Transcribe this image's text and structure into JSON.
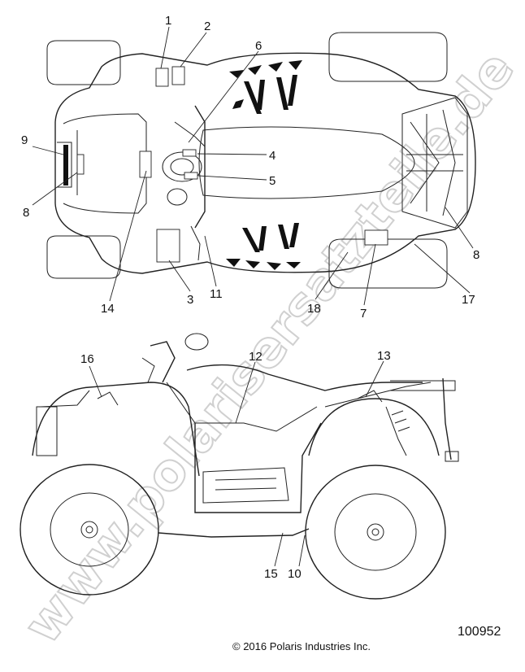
{
  "callouts": {
    "c1": "1",
    "c2": "2",
    "c3": "3",
    "c4": "4",
    "c5": "5",
    "c6": "6",
    "c7": "7",
    "c8a": "8",
    "c8b": "8",
    "c9": "9",
    "c10": "10",
    "c11": "11",
    "c12": "12",
    "c13": "13",
    "c14": "14",
    "c15": "15",
    "c16": "16",
    "c17": "17",
    "c18": "18"
  },
  "copyright": "© 2016 Polaris Industries Inc.",
  "figure_number": "100952",
  "watermark": "www.polarisersatzteile.de"
}
